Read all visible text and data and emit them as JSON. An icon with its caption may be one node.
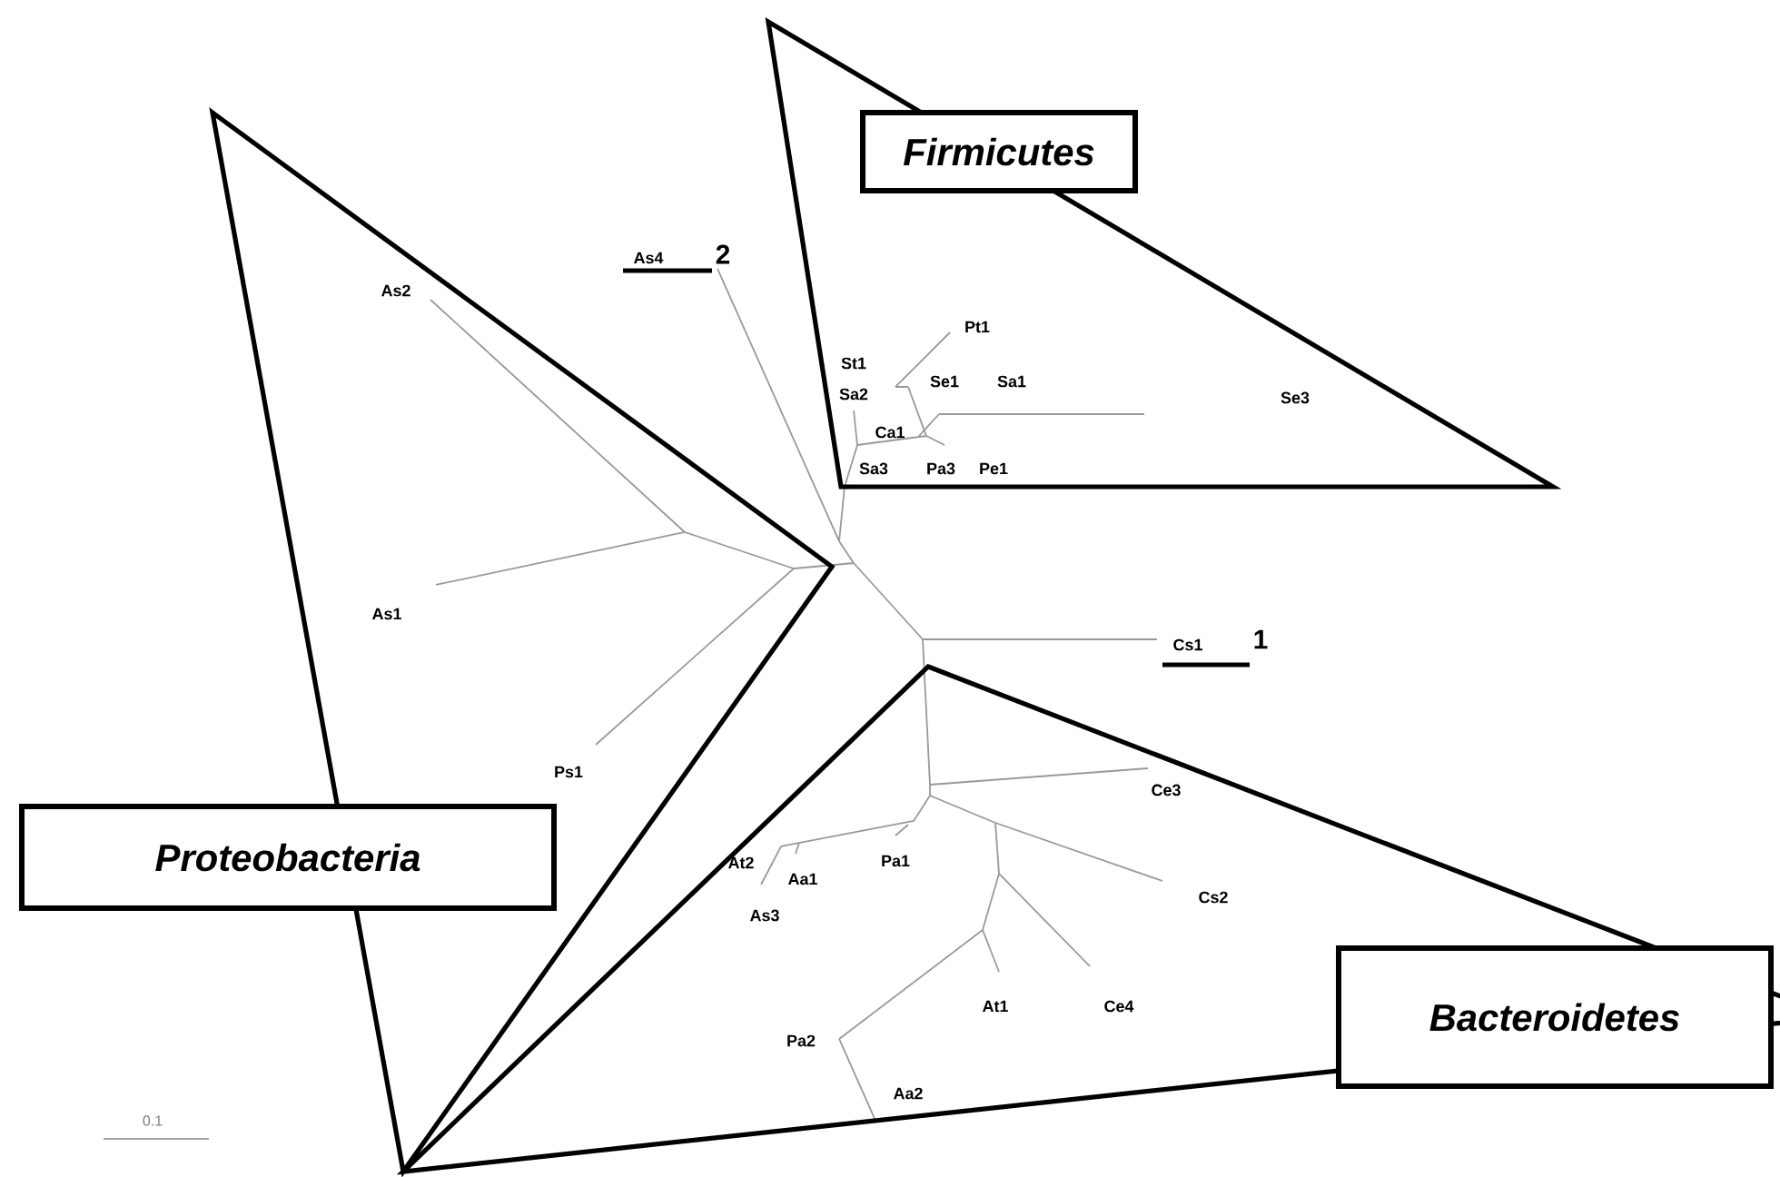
{
  "diagram": {
    "nodes": [
      {
        "text": [
          "Firmicutes"
        ]
      },
      {
        "text": [
          "Proteobacteria"
        ]
      },
      {
        "text": [
          "Bacteroidetes"
        ]
      }
    ],
    "labels": [
      "As4",
      "2",
      "As2",
      "Pt1",
      "St1",
      "Sa2",
      "Se1",
      "Sa1",
      "Se3",
      "Ca1",
      "Sa3",
      "Pa3",
      "Pe1",
      "As1",
      "Cs1",
      "1",
      "Ps1",
      "Ce3",
      "At2",
      "Aa1",
      "Pa1",
      "As3",
      "Cs2",
      "At1",
      "Ce4",
      "Pa2",
      "Aa2",
      "0.1"
    ]
  }
}
